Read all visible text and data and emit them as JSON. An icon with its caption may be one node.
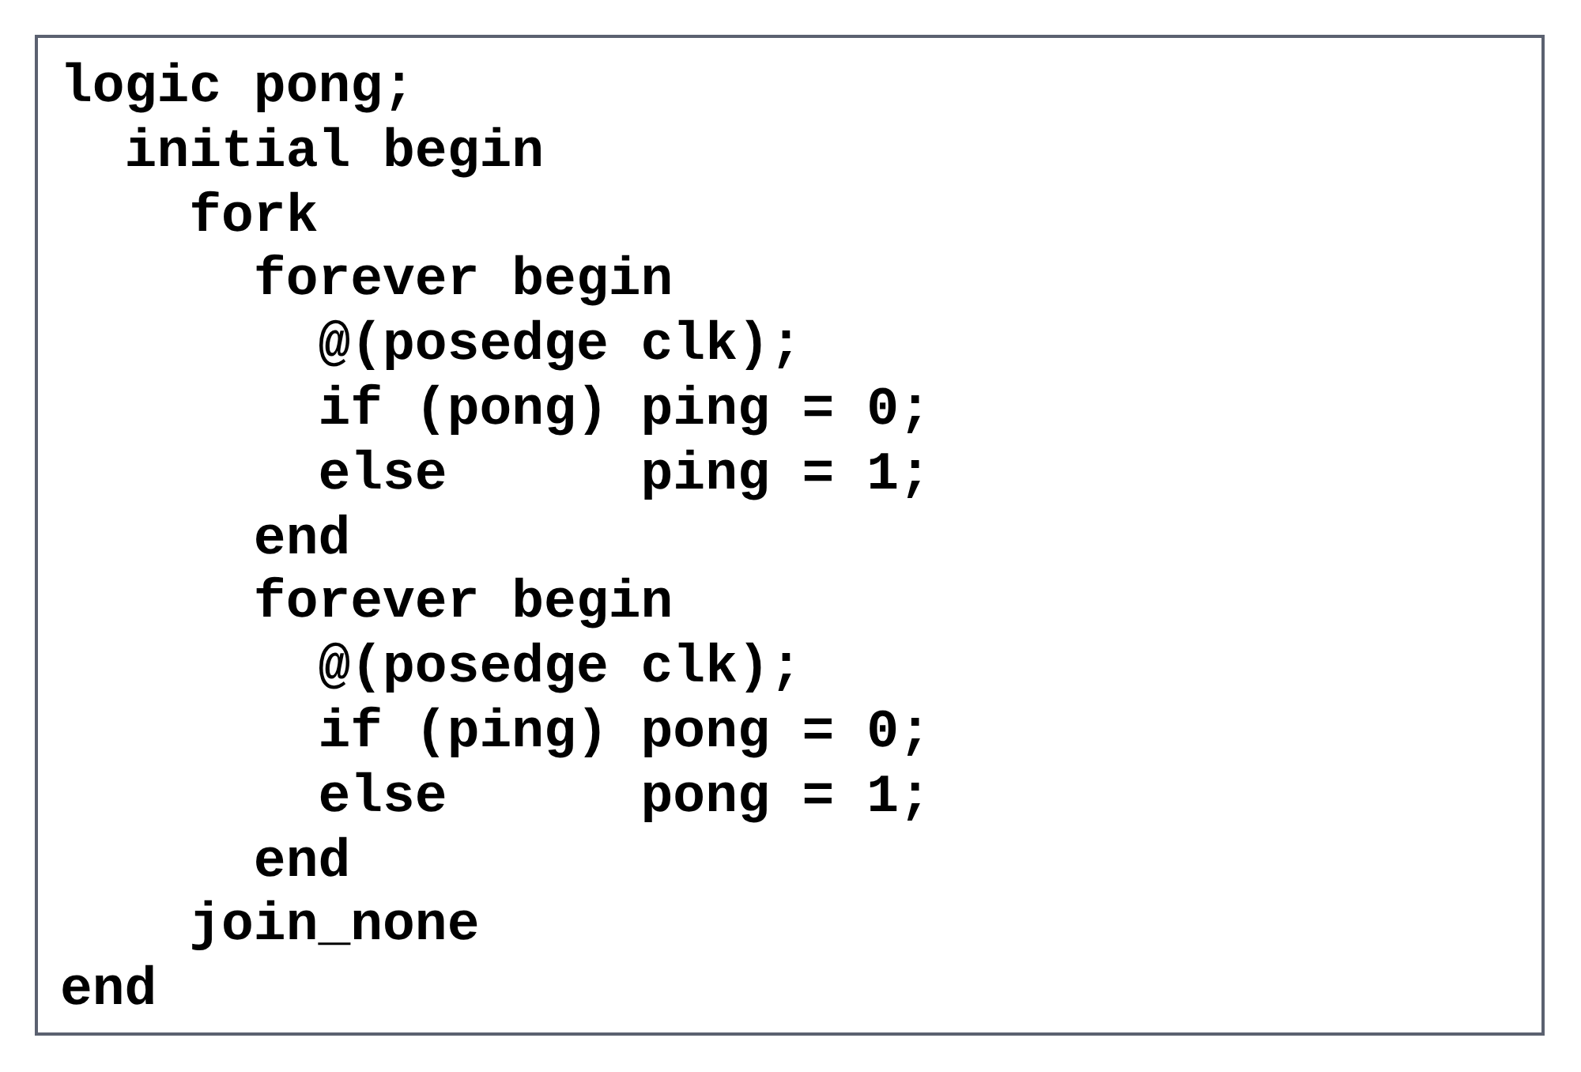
{
  "diagram": {
    "nodes": [
      {
        "text": [
          "logic pong;",
          "  initial begin",
          "    fork",
          "      forever begin",
          "        @(posedge clk);",
          "        if (pong) ping = 0;",
          "        else      ping = 1;",
          "      end",
          "      forever begin",
          "        @(posedge clk);",
          "        if (ping) pong = 0;",
          "        else      pong = 1;",
          "      end",
          "    join_none",
          "end"
        ]
      }
    ]
  }
}
